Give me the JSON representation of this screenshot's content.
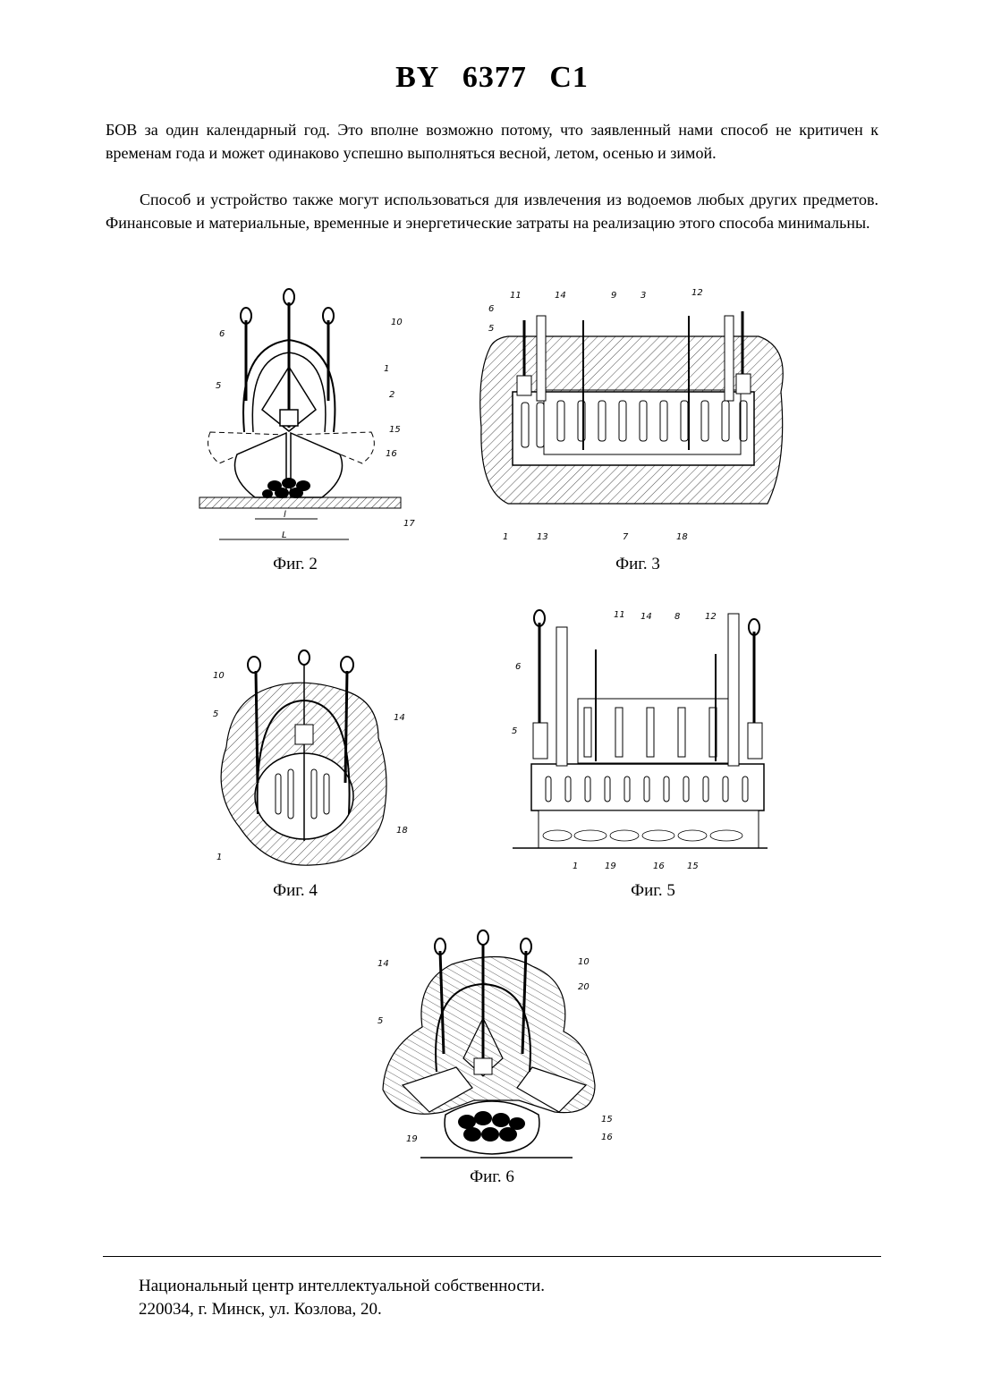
{
  "header": {
    "country": "BY",
    "number": "6377",
    "kind": "C1"
  },
  "text": {
    "p1": "БОВ за один календарный год. Это вполне возможно потому, что заявленный нами способ не критичен к временам года и может одинаково успешно выполняться весной, летом, осенью и зимой.",
    "p2": "Способ и устройство также могут использоваться для извлечения из водоемов любых других предметов. Финансовые и материальные, временные и энергетические затраты на реализацию этого способа минимальны."
  },
  "figures": {
    "fig2": {
      "caption": "Фиг. 2",
      "labels": [
        "6",
        "10",
        "1",
        "5",
        "2",
        "15",
        "16",
        "17",
        "l",
        "L"
      ]
    },
    "fig3": {
      "caption": "Фиг. 3",
      "labels": [
        "11",
        "14",
        "9",
        "3",
        "12",
        "6",
        "5",
        "1",
        "13",
        "7",
        "18"
      ]
    },
    "fig4": {
      "caption": "Фиг. 4",
      "labels": [
        "10",
        "5",
        "14",
        "18",
        "1"
      ]
    },
    "fig5": {
      "caption": "Фиг. 5",
      "labels": [
        "11",
        "14",
        "8",
        "12",
        "6",
        "5",
        "1",
        "19",
        "16",
        "15"
      ]
    },
    "fig6": {
      "caption": "Фиг. 6",
      "labels": [
        "14",
        "10",
        "20",
        "5",
        "15",
        "19",
        "16"
      ]
    }
  },
  "footer": {
    "line1": "Национальный центр интеллектуальной собственности.",
    "line2": "220034, г. Минск, ул. Козлова, 20."
  }
}
